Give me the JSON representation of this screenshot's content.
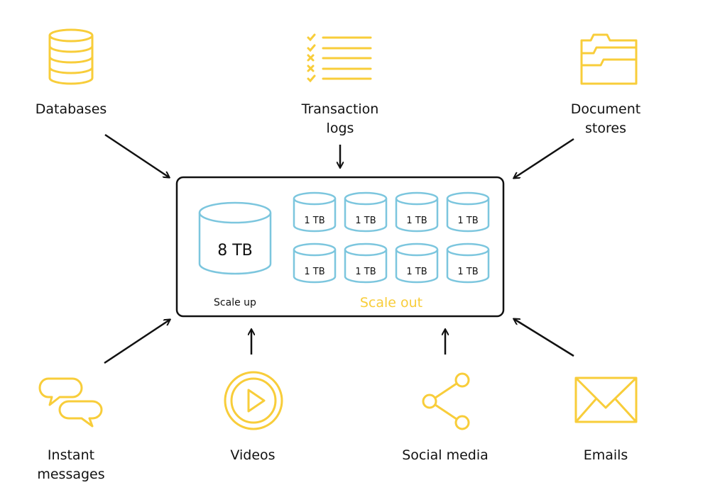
{
  "colors": {
    "icon": "#F8CD3A",
    "storage": "#7CC6DE",
    "line": "#111111",
    "accent": "#F8CD3A"
  },
  "sources": {
    "databases": {
      "label": "Databases",
      "icon": "database-icon"
    },
    "transaction_logs": {
      "label": "Transaction\nlogs",
      "icon": "checklist-icon"
    },
    "document_stores": {
      "label": "Document\nstores",
      "icon": "folders-icon"
    },
    "instant_messages": {
      "label": "Instant\nmessages",
      "icon": "chat-bubbles-icon"
    },
    "videos": {
      "label": "Videos",
      "icon": "play-icon"
    },
    "social_media": {
      "label": "Social media",
      "icon": "share-icon"
    },
    "emails": {
      "label": "Emails",
      "icon": "envelope-icon"
    }
  },
  "storage": {
    "scale_up": {
      "capacity": "8 TB",
      "label": "Scale up"
    },
    "scale_out": {
      "label": "Scale out",
      "node_capacity": "1 TB",
      "nodes": [
        "1 TB",
        "1 TB",
        "1 TB",
        "1 TB",
        "1 TB",
        "1 TB",
        "1 TB",
        "1 TB"
      ]
    }
  }
}
